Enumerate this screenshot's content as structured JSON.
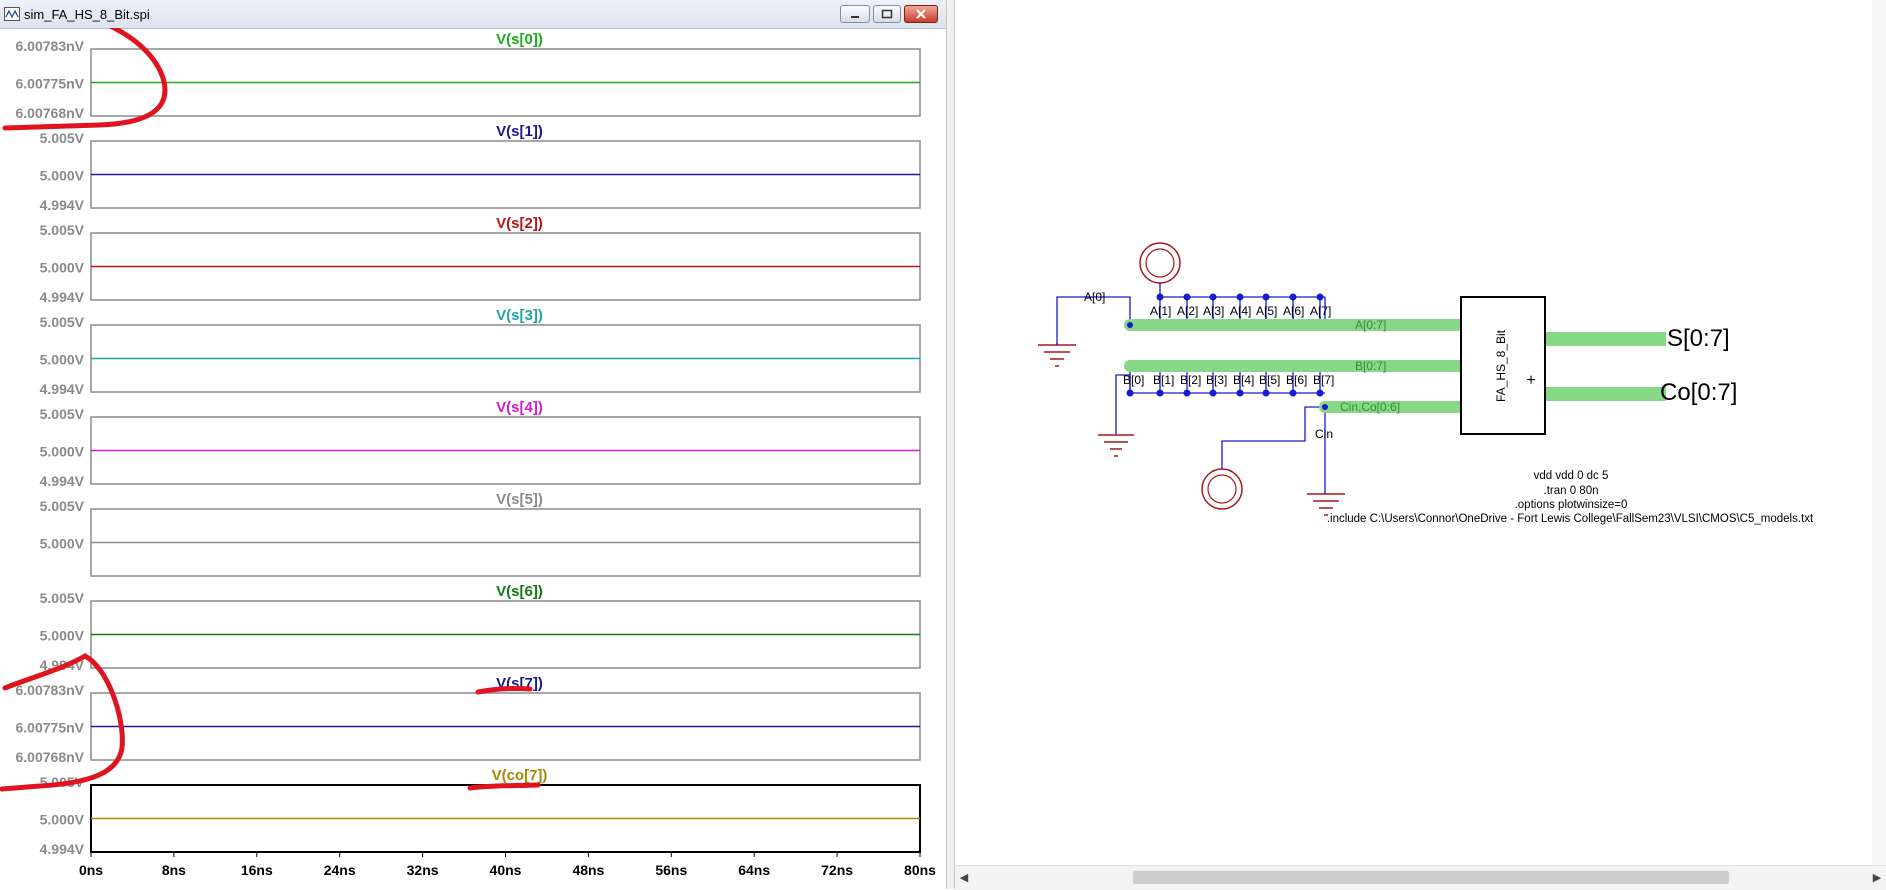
{
  "window": {
    "title": "sim_FA_HS_8_Bit.spi"
  },
  "plot": {
    "x_ticks": [
      "0ns",
      "8ns",
      "16ns",
      "24ns",
      "32ns",
      "40ns",
      "48ns",
      "56ns",
      "64ns",
      "72ns",
      "80ns"
    ],
    "panes": [
      {
        "trace": "V(s[0])",
        "color": "#1faa1f",
        "ticks": [
          "6.00783nV",
          "6.00775nV",
          "6.00768nV"
        ]
      },
      {
        "trace": "V(s[1])",
        "color": "#1a1a8c",
        "ticks": [
          "5.005V",
          "5.000V",
          "4.994V"
        ]
      },
      {
        "trace": "V(s[2])",
        "color": "#b01818",
        "ticks": [
          "5.005V",
          "5.000V",
          "4.994V"
        ]
      },
      {
        "trace": "V(s[3])",
        "color": "#1ea6a6",
        "ticks": [
          "5.005V",
          "5.000V",
          "4.994V"
        ]
      },
      {
        "trace": "V(s[4])",
        "color": "#d21cd2",
        "ticks": [
          "5.005V",
          "5.000V",
          "4.994V"
        ]
      },
      {
        "trace": "V(s[5])",
        "color": "#8c8c8c",
        "ticks": [
          "5.005V",
          "5.000V",
          ""
        ]
      },
      {
        "trace": "V(s[6])",
        "color": "#137a13",
        "ticks": [
          "5.005V",
          "5.000V",
          "4.994V"
        ]
      },
      {
        "trace": "V(s[7])",
        "color": "#1a1a8c",
        "ticks": [
          "6.00783nV",
          "6.00775nV",
          "6.00768nV"
        ]
      },
      {
        "trace": "V(co[7])",
        "color": "#a88a00",
        "ticks": [
          "5.005V",
          "5.000V",
          "4.994V"
        ]
      }
    ]
  },
  "schematic": {
    "bus_a_taps": [
      "A[1]",
      "A[2]",
      "A[3]",
      "A[4]",
      "A[5]",
      "A[6]",
      "A[7]"
    ],
    "bus_b_taps": [
      "B[0]",
      "B[1]",
      "B[2]",
      "B[3]",
      "B[4]",
      "B[5]",
      "B[6]",
      "B[7]"
    ],
    "label_a0": "A[0]",
    "bus_a_label": "A[0:7]",
    "bus_b_label": "B[0:7]",
    "bus_cin_label": "Cin,Co[0:6]",
    "cin_label": "Cin",
    "block_name": "FA_HS_8_Bit",
    "out_s": "S[0:7]",
    "out_co": "Co[0:7]",
    "directives": [
      "vdd vdd 0 dc 5",
      ".tran 0 80n",
      ".options plotwinsize=0",
      ".include C:\\Users\\Connor\\OneDrive - Fort Lewis College\\FallSem23\\VLSI\\CMOS\\C5_models.txt"
    ]
  },
  "colors": {
    "bus": "#86d886",
    "wire": "#1a1acc",
    "ground": "#a81818",
    "annotation": "#e0141e"
  },
  "icons": {
    "app": "waveform-icon",
    "minimize": "minimize-icon",
    "maximize": "maximize-icon",
    "close": "close-icon"
  }
}
